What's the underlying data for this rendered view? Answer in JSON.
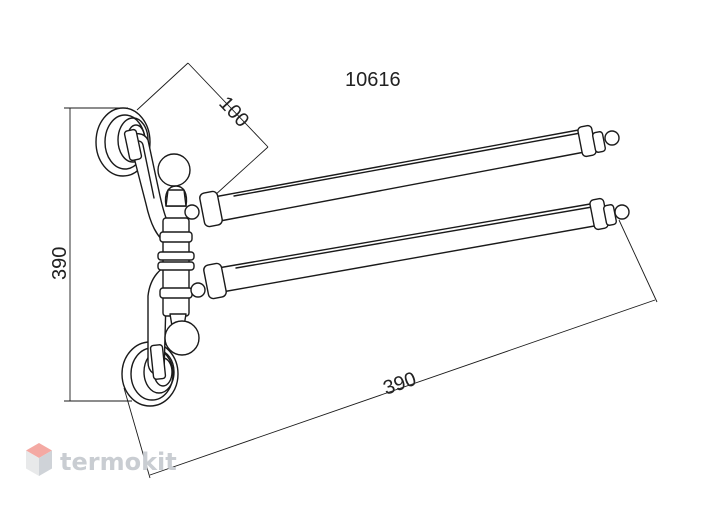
{
  "product_code": "10616",
  "dimensions": {
    "depth": "100",
    "height": "390",
    "length": "390"
  },
  "watermark": {
    "text": "termokit",
    "text_color": "#c9cdd2",
    "logo_colors": [
      "#f4a9a3",
      "#e8e9ea",
      "#cfd3d8"
    ]
  }
}
